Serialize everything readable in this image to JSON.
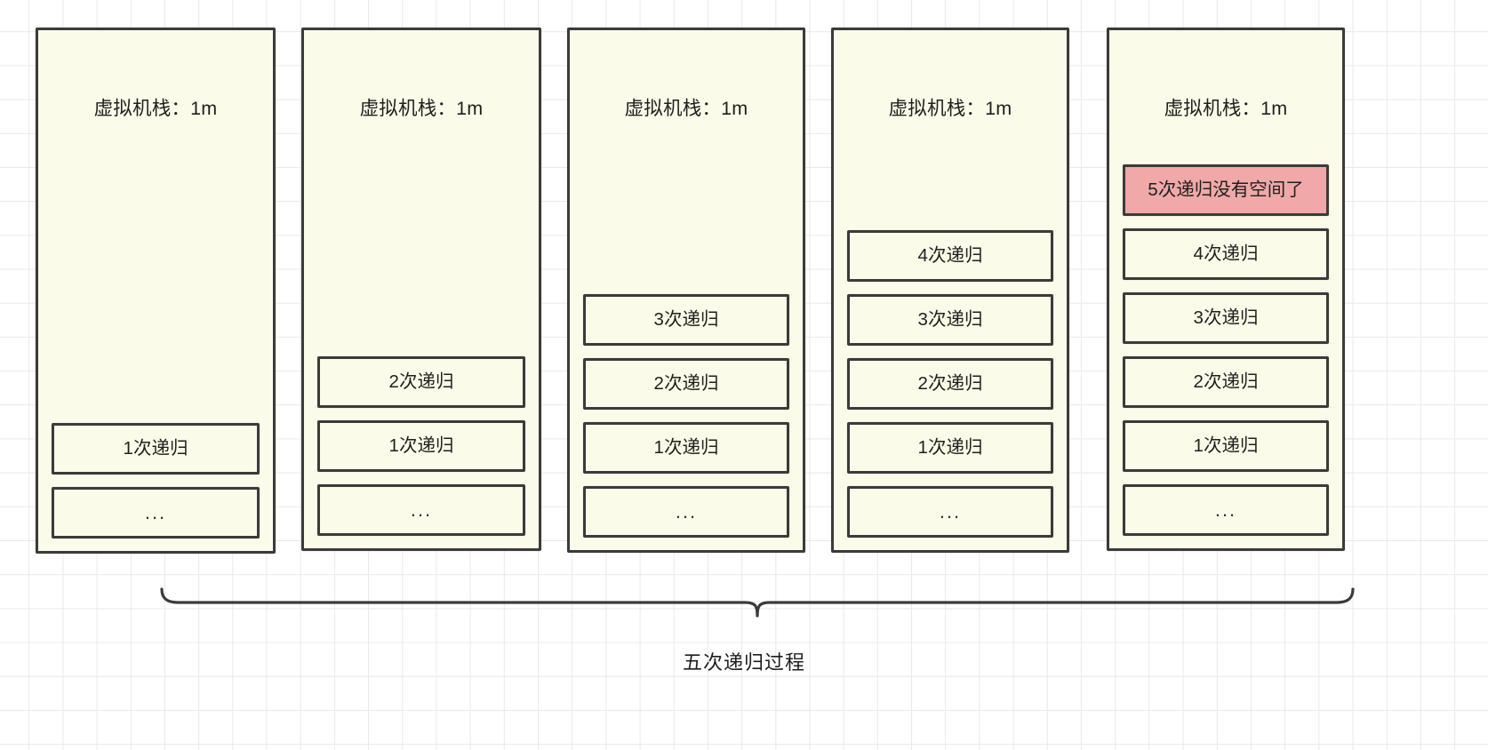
{
  "diagram": {
    "title_text": "虚拟机栈：1m",
    "caption": "五次递归过程",
    "colors": {
      "stack_fill": "#fbfbe9",
      "stack_border": "#3b3b3b",
      "alert_fill": "#f0a8a8",
      "grid_line": "#e9e9e9",
      "page_background": "#ffffff",
      "text": "#1f1f1f"
    },
    "columns": [
      {
        "id": "column-1",
        "title": "虚拟机栈：1m",
        "frames": [
          {
            "label": "1次递归",
            "kind": "normal"
          },
          {
            "label": "...",
            "kind": "ellipsis"
          }
        ]
      },
      {
        "id": "column-2",
        "title": "虚拟机栈：1m",
        "frames": [
          {
            "label": "2次递归",
            "kind": "normal"
          },
          {
            "label": "1次递归",
            "kind": "normal"
          },
          {
            "label": "...",
            "kind": "ellipsis"
          }
        ]
      },
      {
        "id": "column-3",
        "title": "虚拟机栈：1m",
        "frames": [
          {
            "label": "3次递归",
            "kind": "normal"
          },
          {
            "label": "2次递归",
            "kind": "normal"
          },
          {
            "label": "1次递归",
            "kind": "normal"
          },
          {
            "label": "...",
            "kind": "ellipsis"
          }
        ]
      },
      {
        "id": "column-4",
        "title": "虚拟机栈：1m",
        "frames": [
          {
            "label": "4次递归",
            "kind": "normal"
          },
          {
            "label": "3次递归",
            "kind": "normal"
          },
          {
            "label": "2次递归",
            "kind": "normal"
          },
          {
            "label": "1次递归",
            "kind": "normal"
          },
          {
            "label": "...",
            "kind": "ellipsis"
          }
        ]
      },
      {
        "id": "column-5",
        "title": "虚拟机栈：1m",
        "frames": [
          {
            "label": "5次递归没有空间了",
            "kind": "alert"
          },
          {
            "label": "4次递归",
            "kind": "normal"
          },
          {
            "label": "3次递归",
            "kind": "normal"
          },
          {
            "label": "2次递归",
            "kind": "normal"
          },
          {
            "label": "1次递归",
            "kind": "normal"
          },
          {
            "label": "...",
            "kind": "ellipsis"
          }
        ]
      }
    ]
  }
}
